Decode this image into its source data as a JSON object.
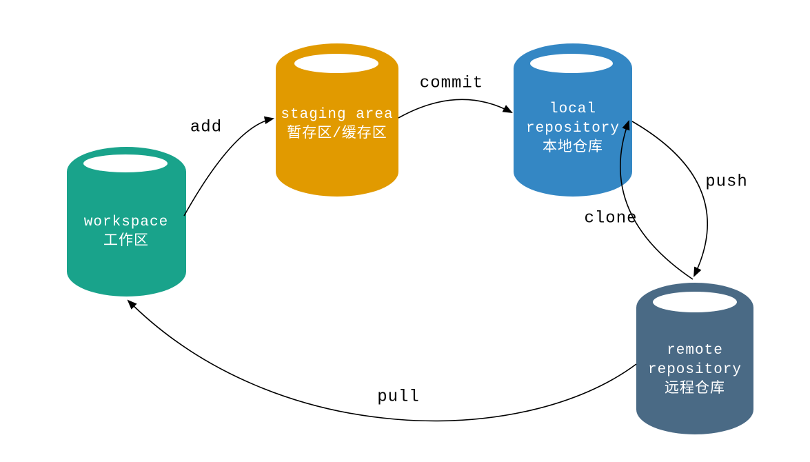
{
  "diagram": {
    "background": "#ffffff",
    "arrow_color": "#000000",
    "text_color_on_node": "#ffffff",
    "nodes": [
      {
        "id": "workspace",
        "shape": "cylinder",
        "color": "#19A38B",
        "lines": [
          "workspace",
          "工作区"
        ]
      },
      {
        "id": "staging-area",
        "shape": "cylinder",
        "color": "#E19A00",
        "lines": [
          "staging area",
          "暂存区/缓存区"
        ]
      },
      {
        "id": "local-repository",
        "shape": "cylinder",
        "color": "#3487C4",
        "lines": [
          "local",
          "repository",
          "本地仓库"
        ]
      },
      {
        "id": "remote-repository",
        "shape": "cylinder",
        "color": "#4A6A85",
        "lines": [
          "remote",
          "repository",
          "远程仓库"
        ]
      }
    ],
    "edges": [
      {
        "id": "add",
        "label": "add",
        "from": "workspace",
        "to": "staging-area"
      },
      {
        "id": "commit",
        "label": "commit",
        "from": "staging-area",
        "to": "local-repository"
      },
      {
        "id": "push",
        "label": "push",
        "from": "local-repository",
        "to": "remote-repository"
      },
      {
        "id": "clone",
        "label": "clone",
        "from": "remote-repository",
        "to": "local-repository"
      },
      {
        "id": "pull",
        "label": "pull",
        "from": "remote-repository",
        "to": "workspace"
      }
    ]
  }
}
